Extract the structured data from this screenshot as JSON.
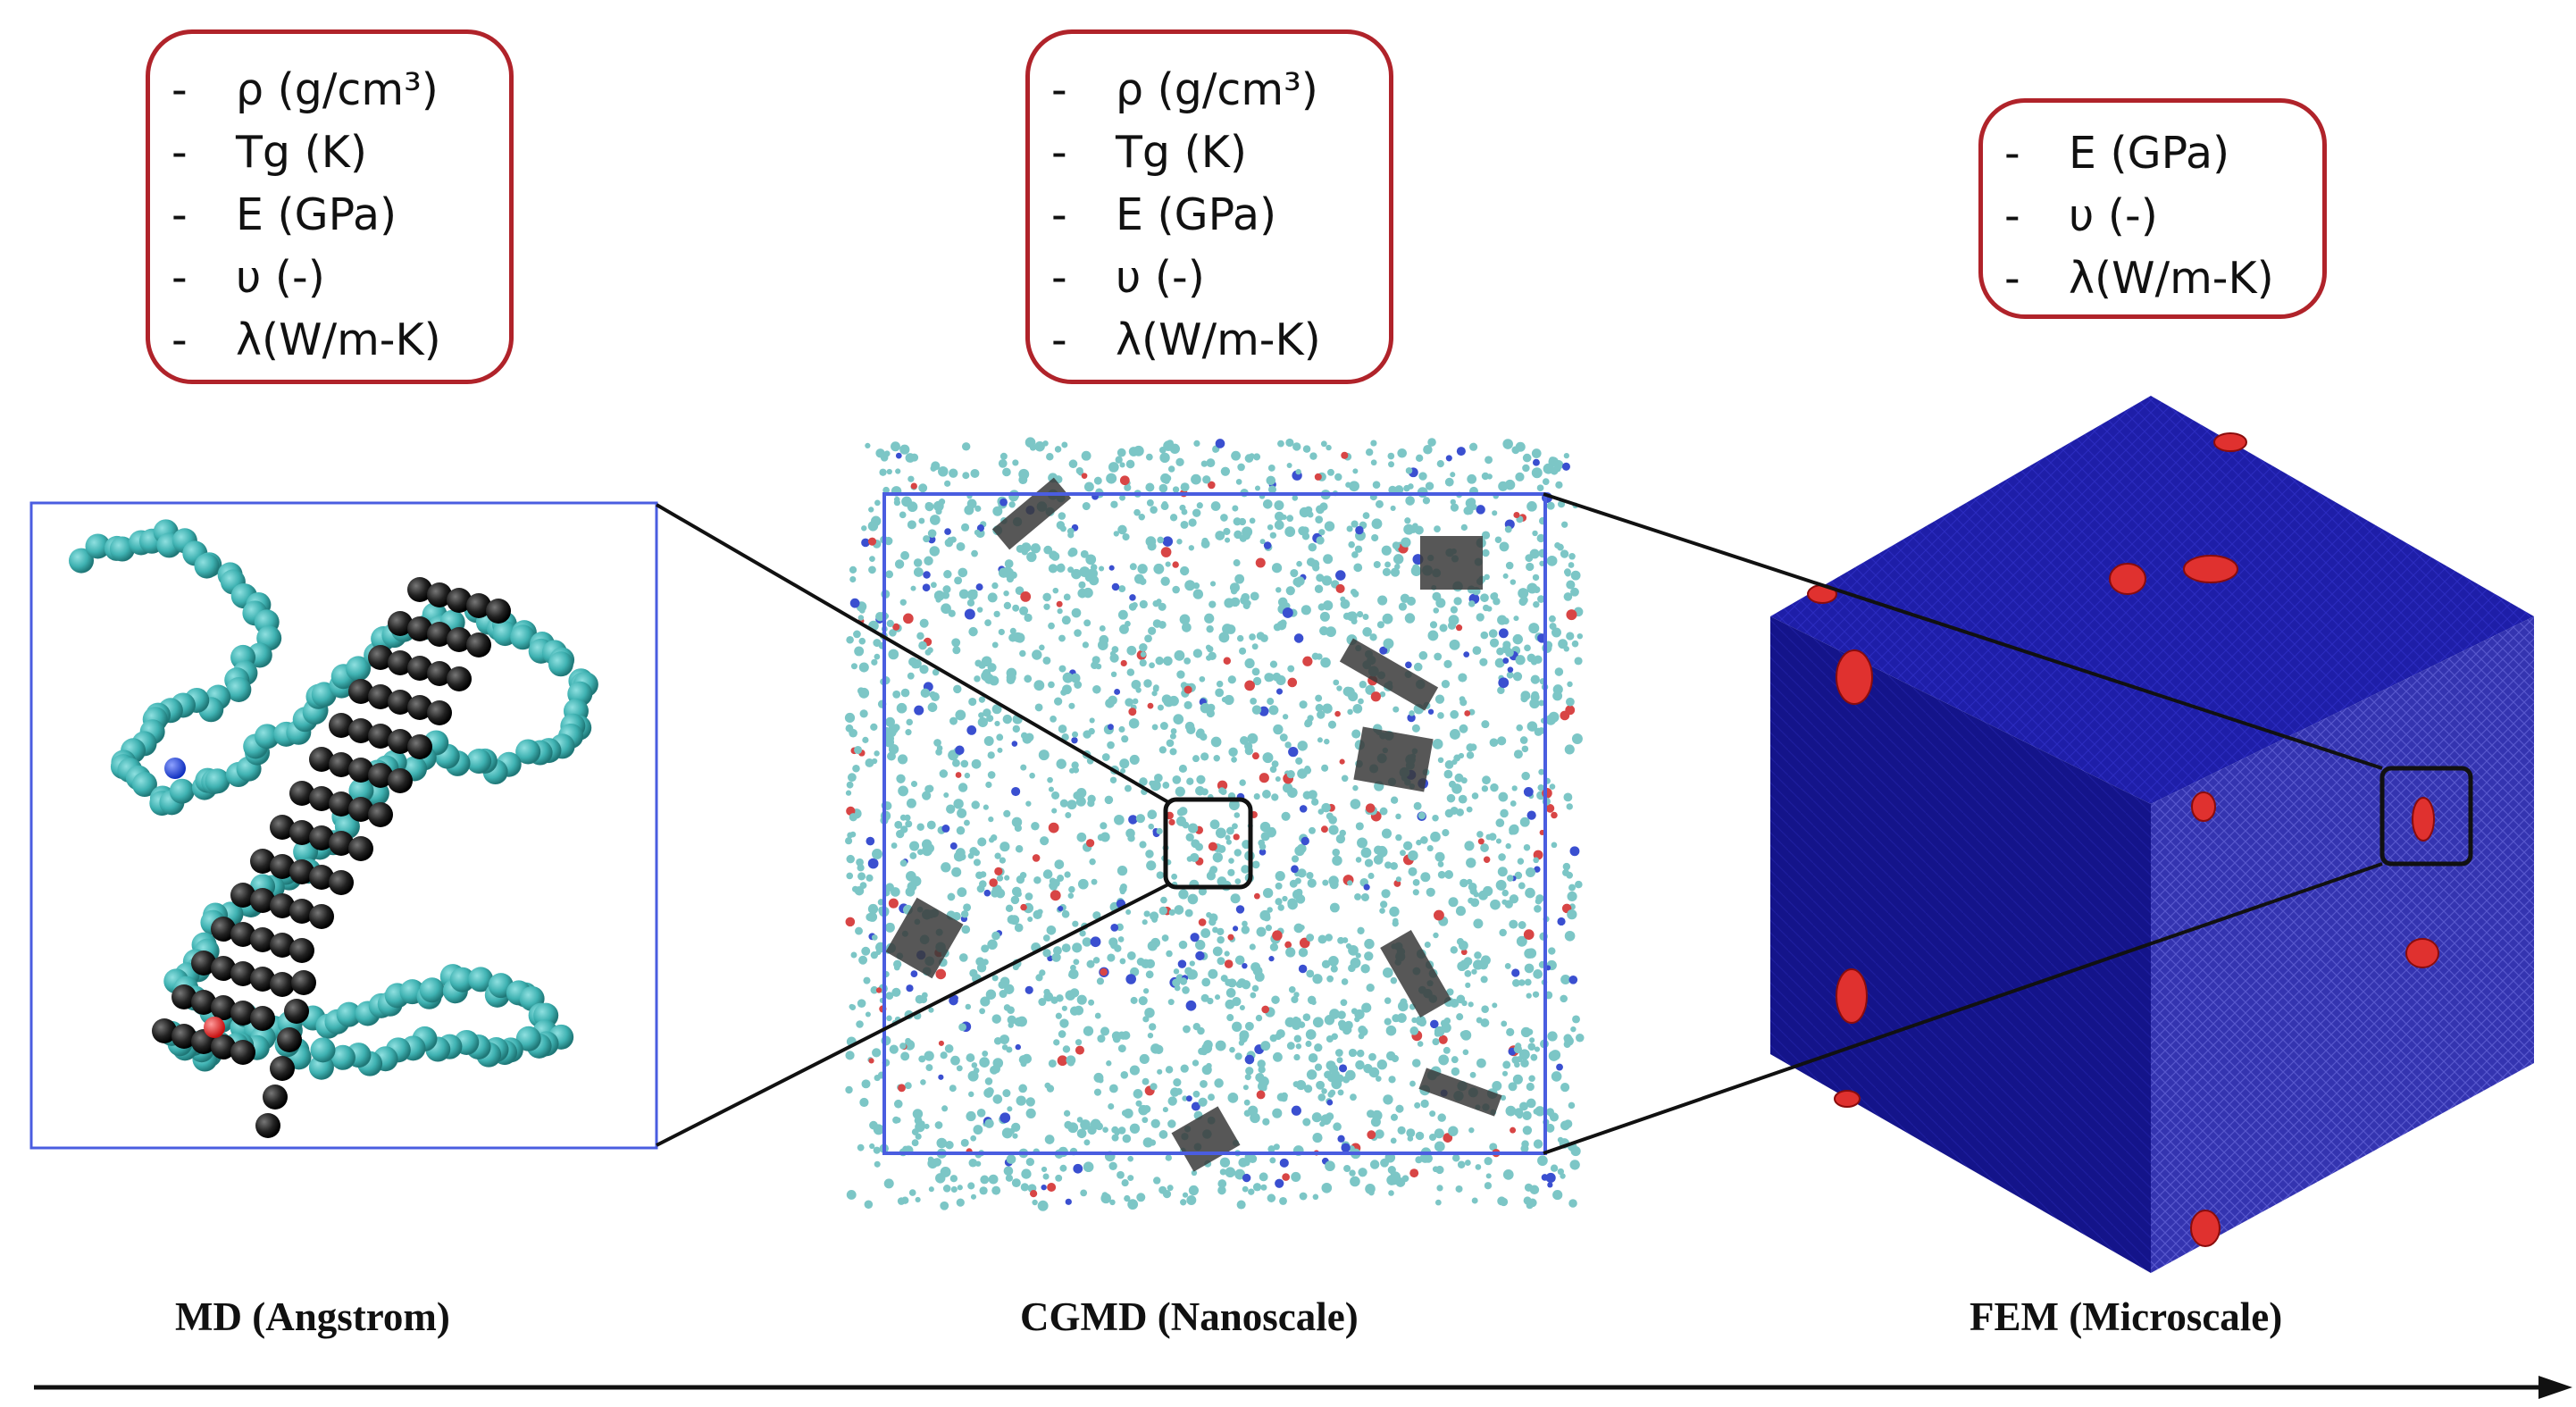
{
  "stages": [
    {
      "label": "MD (Angstrom)",
      "properties": [
        "ρ (g/cm³)",
        "Tg (K)",
        "E (GPa)",
        "υ (-)",
        "λ(W/m-K)"
      ]
    },
    {
      "label": "CGMD (Nanoscale)",
      "properties": [
        "ρ (g/cm³)",
        "Tg (K)",
        "E (GPa)",
        "υ (-)",
        "λ(W/m-K)"
      ]
    },
    {
      "label": "FEM (Microscale)",
      "properties": [
        "E (GPa)",
        "υ (-)",
        "λ(W/m-K)"
      ]
    }
  ],
  "list_marker": "-",
  "colors": {
    "box_border": "#b0232a",
    "frame_border": "#4a5de0",
    "polymer_bead": "#3fb2b2",
    "filler_bead": "#1c1c1c",
    "cube_top": "#1e1ea8",
    "cube_left": "#14148a",
    "cube_right": "#3a3ab8",
    "inclusion": "#e0312f"
  }
}
